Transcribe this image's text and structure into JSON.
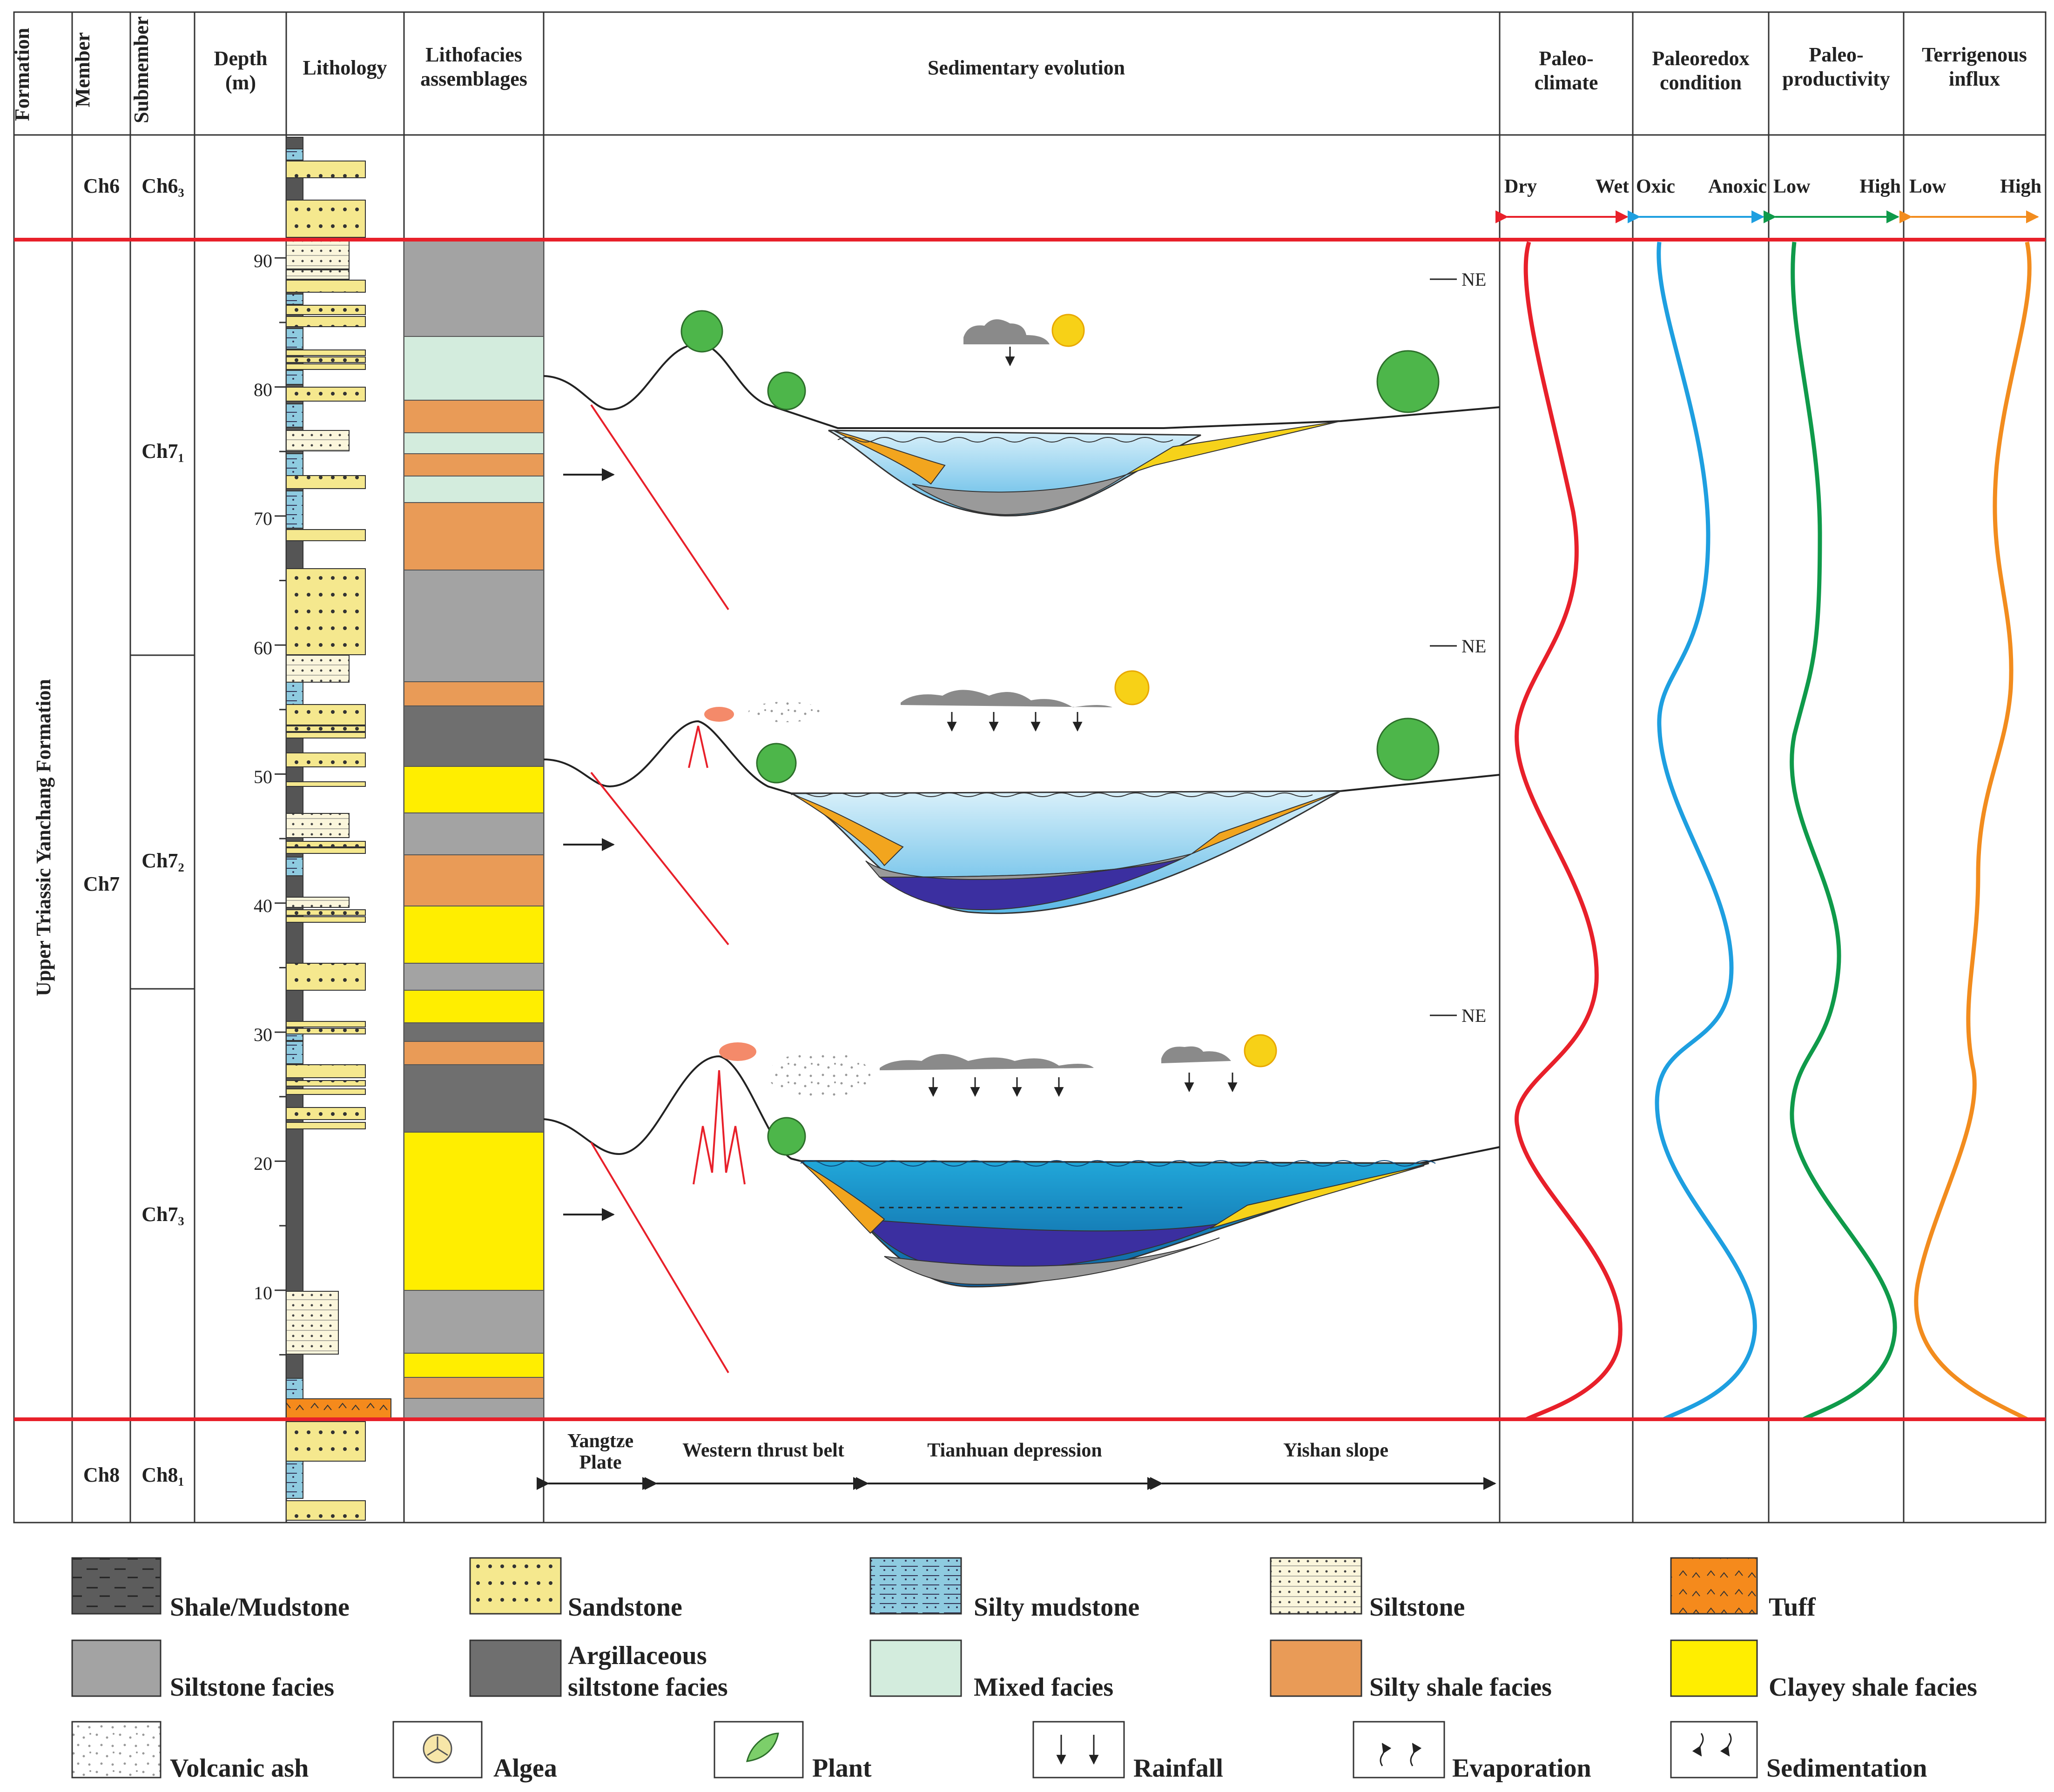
{
  "header": {
    "formation": "Formation",
    "member": "Member",
    "submember": "Submember",
    "depth": [
      "Depth",
      "(m)"
    ],
    "lithology": "Lithology",
    "lithofacies": [
      "Lithofacies",
      "assemblages"
    ],
    "sedimentary_evolution": "Sedimentary evolution",
    "paleoclimate": [
      "Paleo-",
      "climate"
    ],
    "paleoredox": [
      "Paleoredox",
      "condition"
    ],
    "paleoproductivity": [
      "Paleo-",
      "productivity"
    ],
    "terrigenous": [
      "Terrigenous",
      "influx"
    ]
  },
  "formation_name": "Upper Triassic Yanchang Formation",
  "members": {
    "ch6": "Ch6",
    "ch7": "Ch7",
    "ch8": "Ch8"
  },
  "submembers": {
    "ch6_3": "Ch6₃",
    "ch7_1": "Ch7₁",
    "ch7_2": "Ch7₂",
    "ch7_3": "Ch7₃",
    "ch8_1": "Ch8₁"
  },
  "depth_ticks": [
    "90",
    "80",
    "70",
    "60",
    "50",
    "40",
    "30",
    "20",
    "10"
  ],
  "proxies": {
    "paleoclimate": {
      "low": "Dry",
      "high": "Wet",
      "color": "#e8202a"
    },
    "paleoredox": {
      "low": "Oxic",
      "high": "Anoxic",
      "color": "#1e9fe0"
    },
    "paleoproductivity": {
      "low": "Low",
      "high": "High",
      "color": "#0f9a4a"
    },
    "terrigenous": {
      "low": "Low",
      "high": "High",
      "color": "#f28c1e"
    }
  },
  "orientation_label": "NE",
  "tectonic_units": {
    "yangtze": [
      "Yangtze",
      "Plate"
    ],
    "western": "Western thrust belt",
    "tianhuan": "Tianhuan depression",
    "yishan": "Yishan slope"
  },
  "legend": {
    "shale": "Shale/Mudstone",
    "sandstone": "Sandstone",
    "silty_mudstone": "Silty mudstone",
    "siltstone": "Siltstone",
    "tuff": "Tuff",
    "siltstone_facies": "Siltstone facies",
    "argillaceous": [
      "Argillaceous",
      "siltstone facies"
    ],
    "mixed": "Mixed facies",
    "silty_shale": "Silty shale facies",
    "clayey_shale": "Clayey shale facies",
    "volcanic_ash": "Volcanic ash",
    "algea": "Algea",
    "plant": "Plant",
    "rainfall": "Rainfall",
    "evaporation": "Evaporation",
    "sedimentation": "Sedimentation"
  },
  "colors": {
    "boundary": "#e8202a",
    "sandstone": "#f5e88e",
    "silty_mudstone": "#8ecbe0",
    "siltstone": "#fbf6dc",
    "tuff": "#f58a1c",
    "siltstone_facies": "#a3a3a3",
    "argillaceous": "#6f6f6f",
    "mixed": "#d3ecdd",
    "silty_shale": "#e99b57",
    "clayey_shale": "#ffee00"
  }
}
